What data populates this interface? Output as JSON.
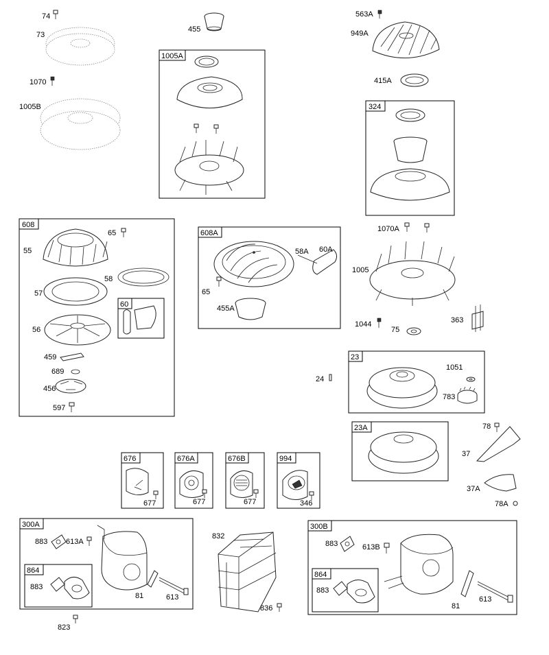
{
  "labels": {
    "l74": "74",
    "l73": "73",
    "l1070": "1070",
    "l1005B": "1005B",
    "l455": "455",
    "l563A": "563A",
    "l949A": "949A",
    "l415A": "415A",
    "l1070A": "1070A",
    "l1005": "1005",
    "l1044": "1044",
    "l75": "75",
    "l363": "363",
    "l24": "24",
    "l1051": "1051",
    "l783": "783",
    "l65a": "65",
    "l55": "55",
    "l58": "58",
    "l57": "57",
    "l56": "56",
    "l459": "459",
    "l689": "689",
    "l456": "456",
    "l597": "597",
    "l58A": "58A",
    "l60A": "60A",
    "l65b": "65",
    "l455A": "455A",
    "l78": "78",
    "l37": "37",
    "l37A": "37A",
    "l78A": "78A",
    "l677a": "677",
    "l677b": "677",
    "l677c": "677",
    "l346": "346",
    "l883a": "883",
    "l613A": "613A",
    "l883b": "883",
    "l81a": "81",
    "l613a": "613",
    "l823": "823",
    "l832": "832",
    "l836": "836",
    "l883c": "883",
    "l613B": "613B",
    "l883d": "883",
    "l81b": "81",
    "l613b": "613"
  },
  "boxes": {
    "b1005A": "1005A",
    "b324": "324",
    "b608": "608",
    "b60": "60",
    "b608A": "608A",
    "b23": "23",
    "b23A": "23A",
    "b676": "676",
    "b676A": "676A",
    "b676B": "676B",
    "b994": "994",
    "b300A": "300A",
    "b864a": "864",
    "b300B": "300B",
    "b864b": "864"
  }
}
